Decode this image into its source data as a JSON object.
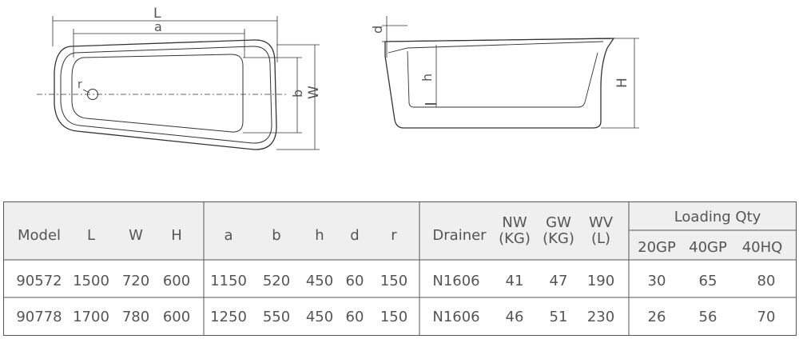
{
  "drawings": {
    "top_view": {
      "labels": {
        "L": "L",
        "a": "a",
        "W": "W",
        "b": "b",
        "r": "r"
      }
    },
    "side_view": {
      "labels": {
        "d": "d",
        "h": "h",
        "H": "H"
      }
    }
  },
  "table": {
    "headers": {
      "model": "Model",
      "L": "L",
      "W": "W",
      "H": "H",
      "a": "a",
      "b": "b",
      "h": "h",
      "d": "d",
      "r": "r",
      "drainer": "Drainer",
      "nw": [
        "NW",
        "(KG)"
      ],
      "gw": [
        "GW",
        "(KG)"
      ],
      "wv": [
        "WV",
        "(L)"
      ],
      "loading": "Loading Qty",
      "gp20": "20GP",
      "gp40": "40GP",
      "hq40": "40HQ"
    },
    "rows": [
      {
        "model": "90572",
        "L": "1500",
        "W": "720",
        "H": "600",
        "a": "1150",
        "b": "520",
        "h": "450",
        "d": "60",
        "r": "150",
        "drainer": "N1606",
        "nw": "41",
        "gw": "47",
        "wv": "190",
        "gp20": "30",
        "gp40": "65",
        "hq40": "80"
      },
      {
        "model": "90778",
        "L": "1700",
        "W": "780",
        "H": "600",
        "a": "1250",
        "b": "550",
        "h": "450",
        "d": "60",
        "r": "150",
        "drainer": "N1606",
        "nw": "46",
        "gw": "51",
        "wv": "230",
        "gp20": "26",
        "gp40": "56",
        "hq40": "70"
      }
    ]
  }
}
